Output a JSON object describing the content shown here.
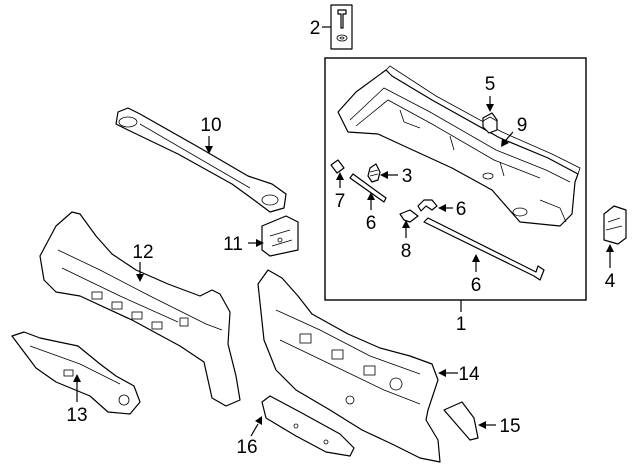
{
  "diagram": {
    "callouts": [
      {
        "id": "c1",
        "label": "1"
      },
      {
        "id": "c2",
        "label": "2"
      },
      {
        "id": "c3",
        "label": "3"
      },
      {
        "id": "c4",
        "label": "4"
      },
      {
        "id": "c5",
        "label": "5"
      },
      {
        "id": "c6a",
        "label": "6"
      },
      {
        "id": "c6b",
        "label": "6"
      },
      {
        "id": "c6c",
        "label": "6"
      },
      {
        "id": "c7",
        "label": "7"
      },
      {
        "id": "c8",
        "label": "8"
      },
      {
        "id": "c9",
        "label": "9"
      },
      {
        "id": "c10",
        "label": "10"
      },
      {
        "id": "c11",
        "label": "11"
      },
      {
        "id": "c12",
        "label": "12"
      },
      {
        "id": "c13",
        "label": "13"
      },
      {
        "id": "c14",
        "label": "14"
      },
      {
        "id": "c15",
        "label": "15"
      },
      {
        "id": "c16",
        "label": "16"
      }
    ]
  }
}
